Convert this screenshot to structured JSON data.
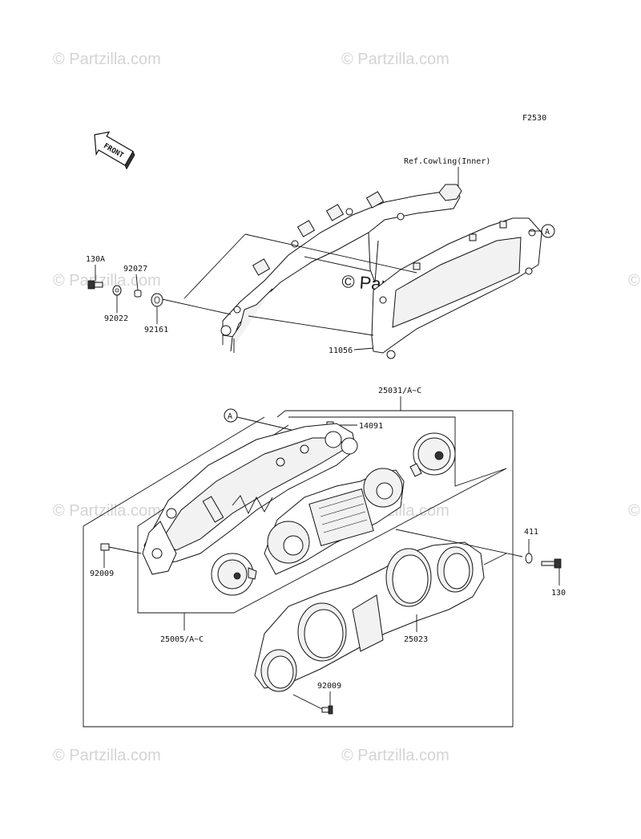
{
  "watermark": {
    "text": "© Partzilla.com"
  },
  "figure_code": "F2530",
  "front_label": "FRONT",
  "ref_label": "Ref.Cowling(Inner)",
  "callout_a": "A",
  "parts": {
    "p130A": "130A",
    "p92027": "92027",
    "p92022": "92022",
    "p92161": "92161",
    "p11056": "11056",
    "p25031": "25031/A~C",
    "p14091": "14091",
    "p411": "411",
    "p130": "130",
    "p92009a": "92009",
    "p25005": "25005/A~C",
    "p25023": "25023",
    "p92009b": "92009"
  }
}
